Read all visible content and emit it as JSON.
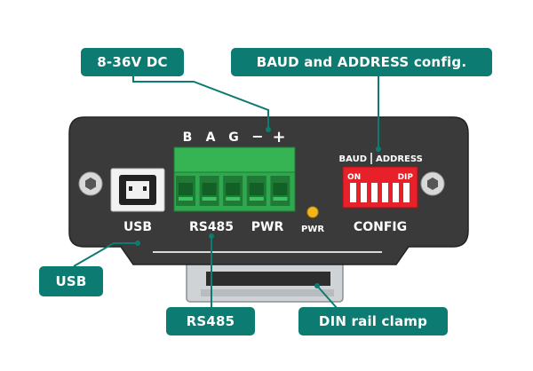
{
  "callouts": {
    "power_supply": "8-36V DC",
    "config": "BAUD and ADDRESS config.",
    "usb": "USB",
    "rs485": "RS485",
    "din": "DIN rail clamp"
  },
  "terminal_pins": [
    "B",
    "A",
    "G",
    "−",
    "+"
  ],
  "labels": {
    "usb": "USB",
    "rs485": "RS485",
    "pwr": "PWR",
    "pwr_led": "PWR",
    "config": "CONFIG",
    "baud": "BAUD",
    "address": "ADDRESS",
    "dip_on": "ON",
    "dip_dip": "DIP"
  },
  "colors": {
    "panel": "#3a3a3a",
    "terminal": "#2fa84f",
    "dip": "#e8202a",
    "callout": "#0c7b72",
    "led": "#f2b61c"
  }
}
